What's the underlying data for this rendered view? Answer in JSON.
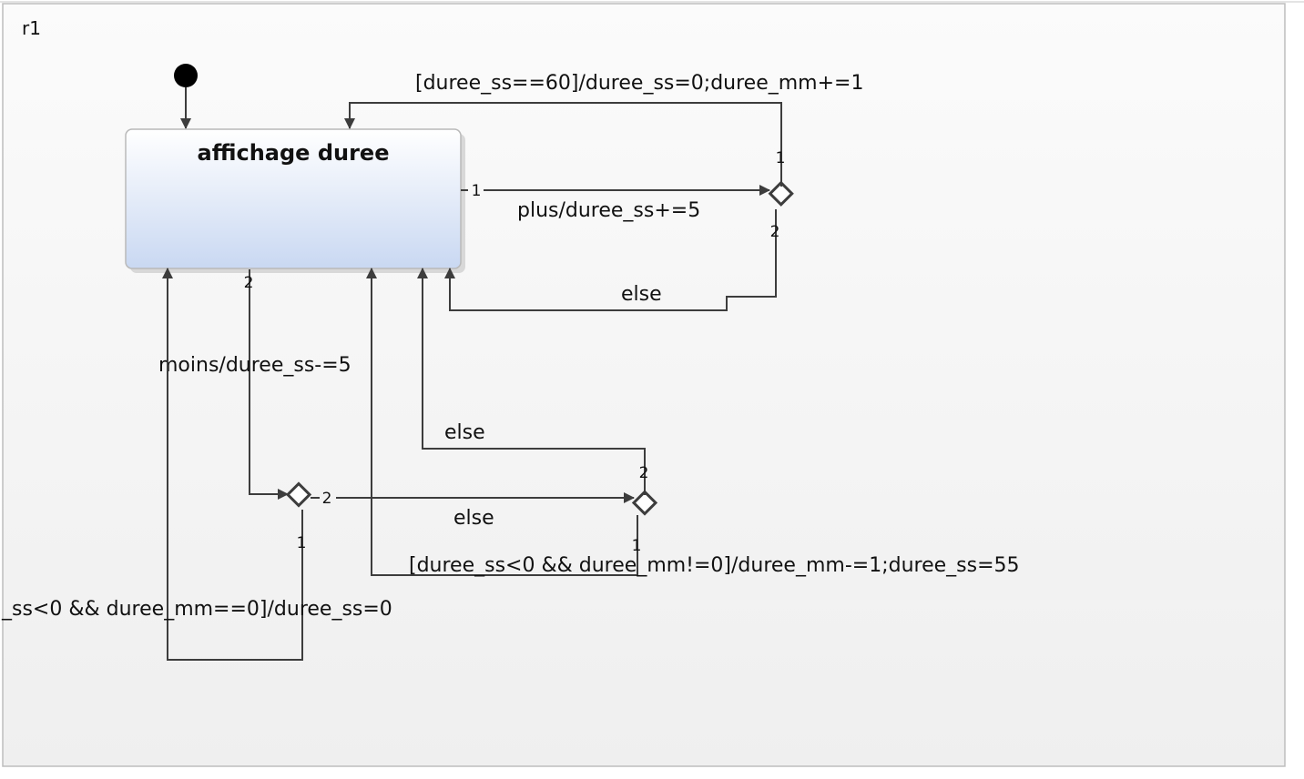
{
  "region": {
    "name": "r1"
  },
  "states": [
    {
      "name": "affichage duree"
    }
  ],
  "transitions": {
    "plus": "plus/duree_ss+=5",
    "moins": "moins/duree_ss-=5",
    "mm_increment": "[duree_ss==60]/duree_ss=0;duree_mm+=1",
    "else_top": "else",
    "else_bottom_right": "else",
    "else_middle": "else",
    "mm_decrement": "[duree_ss<0 && duree_mm!=0]/duree_mm-=1;duree_ss=55",
    "reset_zero": "_ss<0 && duree_mm==0]/duree_ss=0"
  },
  "priorities": {
    "plus": "1",
    "moins": "2",
    "choice_a_out_1": "1",
    "choice_a_out_2": "2",
    "choice_b_out_1": "1",
    "choice_b_out_2": "2",
    "choice_c_out_1": "1",
    "choice_c_out_2": "2"
  },
  "colors": {
    "state_fill_top": "#ffffff",
    "state_fill_bottom": "#c9d8f2",
    "line": "#3d3d3d",
    "background_top": "#fbfbfb",
    "background_bottom": "#efefef"
  }
}
